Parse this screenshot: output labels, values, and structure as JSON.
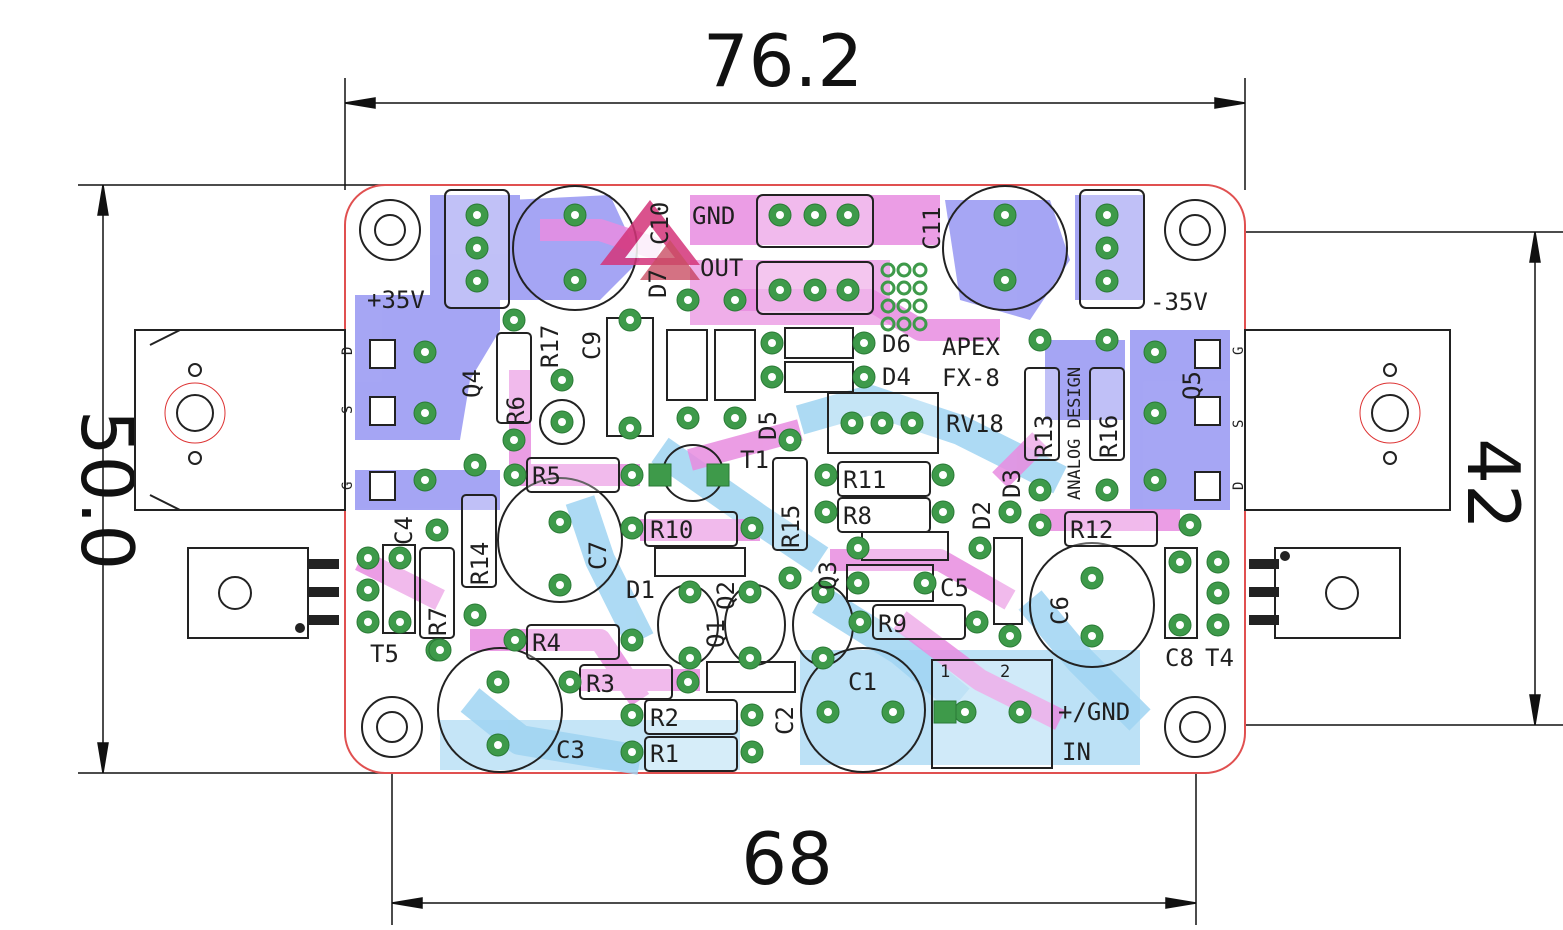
{
  "dimensions": {
    "width_top": "76.2",
    "height_left": "50.0",
    "height_right": "42",
    "width_bottom": "68"
  },
  "board_text": {
    "pos_supply": "+35V",
    "neg_supply": "-35V",
    "gnd": "GND",
    "out": "OUT",
    "brand1": "APEX",
    "brand2": "FX-8",
    "analog_design": "ANALOG DESIGN",
    "in_gnd": "+/GND",
    "in": "IN",
    "pin1": "1",
    "pin2": "2",
    "pin_d": "D",
    "pin_s": "S",
    "pin_g": "G"
  },
  "components": {
    "r1": "R1",
    "r2": "R2",
    "r3": "R3",
    "r4": "R4",
    "r5": "R5",
    "r6": "R6",
    "r7": "R7",
    "r8": "R8",
    "r9": "R9",
    "r10": "R10",
    "r11": "R11",
    "r12": "R12",
    "r13": "R13",
    "r14": "R14",
    "r15": "R15",
    "r16": "R16",
    "r17": "R17",
    "rv18": "RV18",
    "c1": "C1",
    "c2": "C2",
    "c3": "C3",
    "c4": "C4",
    "c5": "C5",
    "c6": "C6",
    "c7": "C7",
    "c8": "C8",
    "c9": "C9",
    "c10": "C10",
    "c11": "C11",
    "d1": "D1",
    "d2": "D2",
    "d3": "D3",
    "d4": "D4",
    "d5": "D5",
    "d6": "D6",
    "d7": "D7",
    "q1": "Q1",
    "q2": "Q2",
    "q3": "Q3",
    "q4": "Q4",
    "q5": "Q5",
    "t1": "T1",
    "t4": "T4",
    "t5": "T5"
  },
  "colors": {
    "top_copper": "#e88ce0",
    "bottom_copper": "#9fd4f2",
    "fill_zone": "#8080f0",
    "pad": "#3e9a4a",
    "silkscreen": "#1a1a1a",
    "outline": "#e05050"
  }
}
